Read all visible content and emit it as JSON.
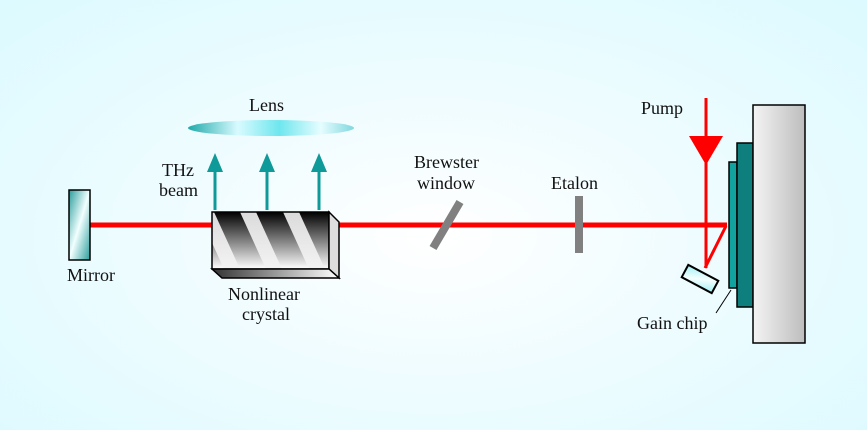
{
  "diagram": {
    "title": "THz laser cavity with intracavity nonlinear crystal",
    "colors": {
      "background": "#e2fbff",
      "laser_beam": "#ff0000",
      "thz_arrow": "#0e9a98",
      "optic_gray": "#808080",
      "heatsink_teal": "#0e7f7c",
      "mount_gray": "#d8d8d8"
    },
    "labels": {
      "lens": "Lens",
      "thz_line1": "THz",
      "thz_line2": "beam",
      "mirror": "Mirror",
      "crystal_line1": "Nonlinear",
      "crystal_line2": "crystal",
      "brewster_line1": "Brewster",
      "brewster_line2": "window",
      "etalon": "Etalon",
      "pump": "Pump",
      "gain_chip": "Gain chip"
    },
    "components": [
      "Mirror",
      "Nonlinear crystal",
      "Lens",
      "THz beam",
      "Brewster window",
      "Etalon",
      "Pump",
      "Gain chip"
    ]
  }
}
